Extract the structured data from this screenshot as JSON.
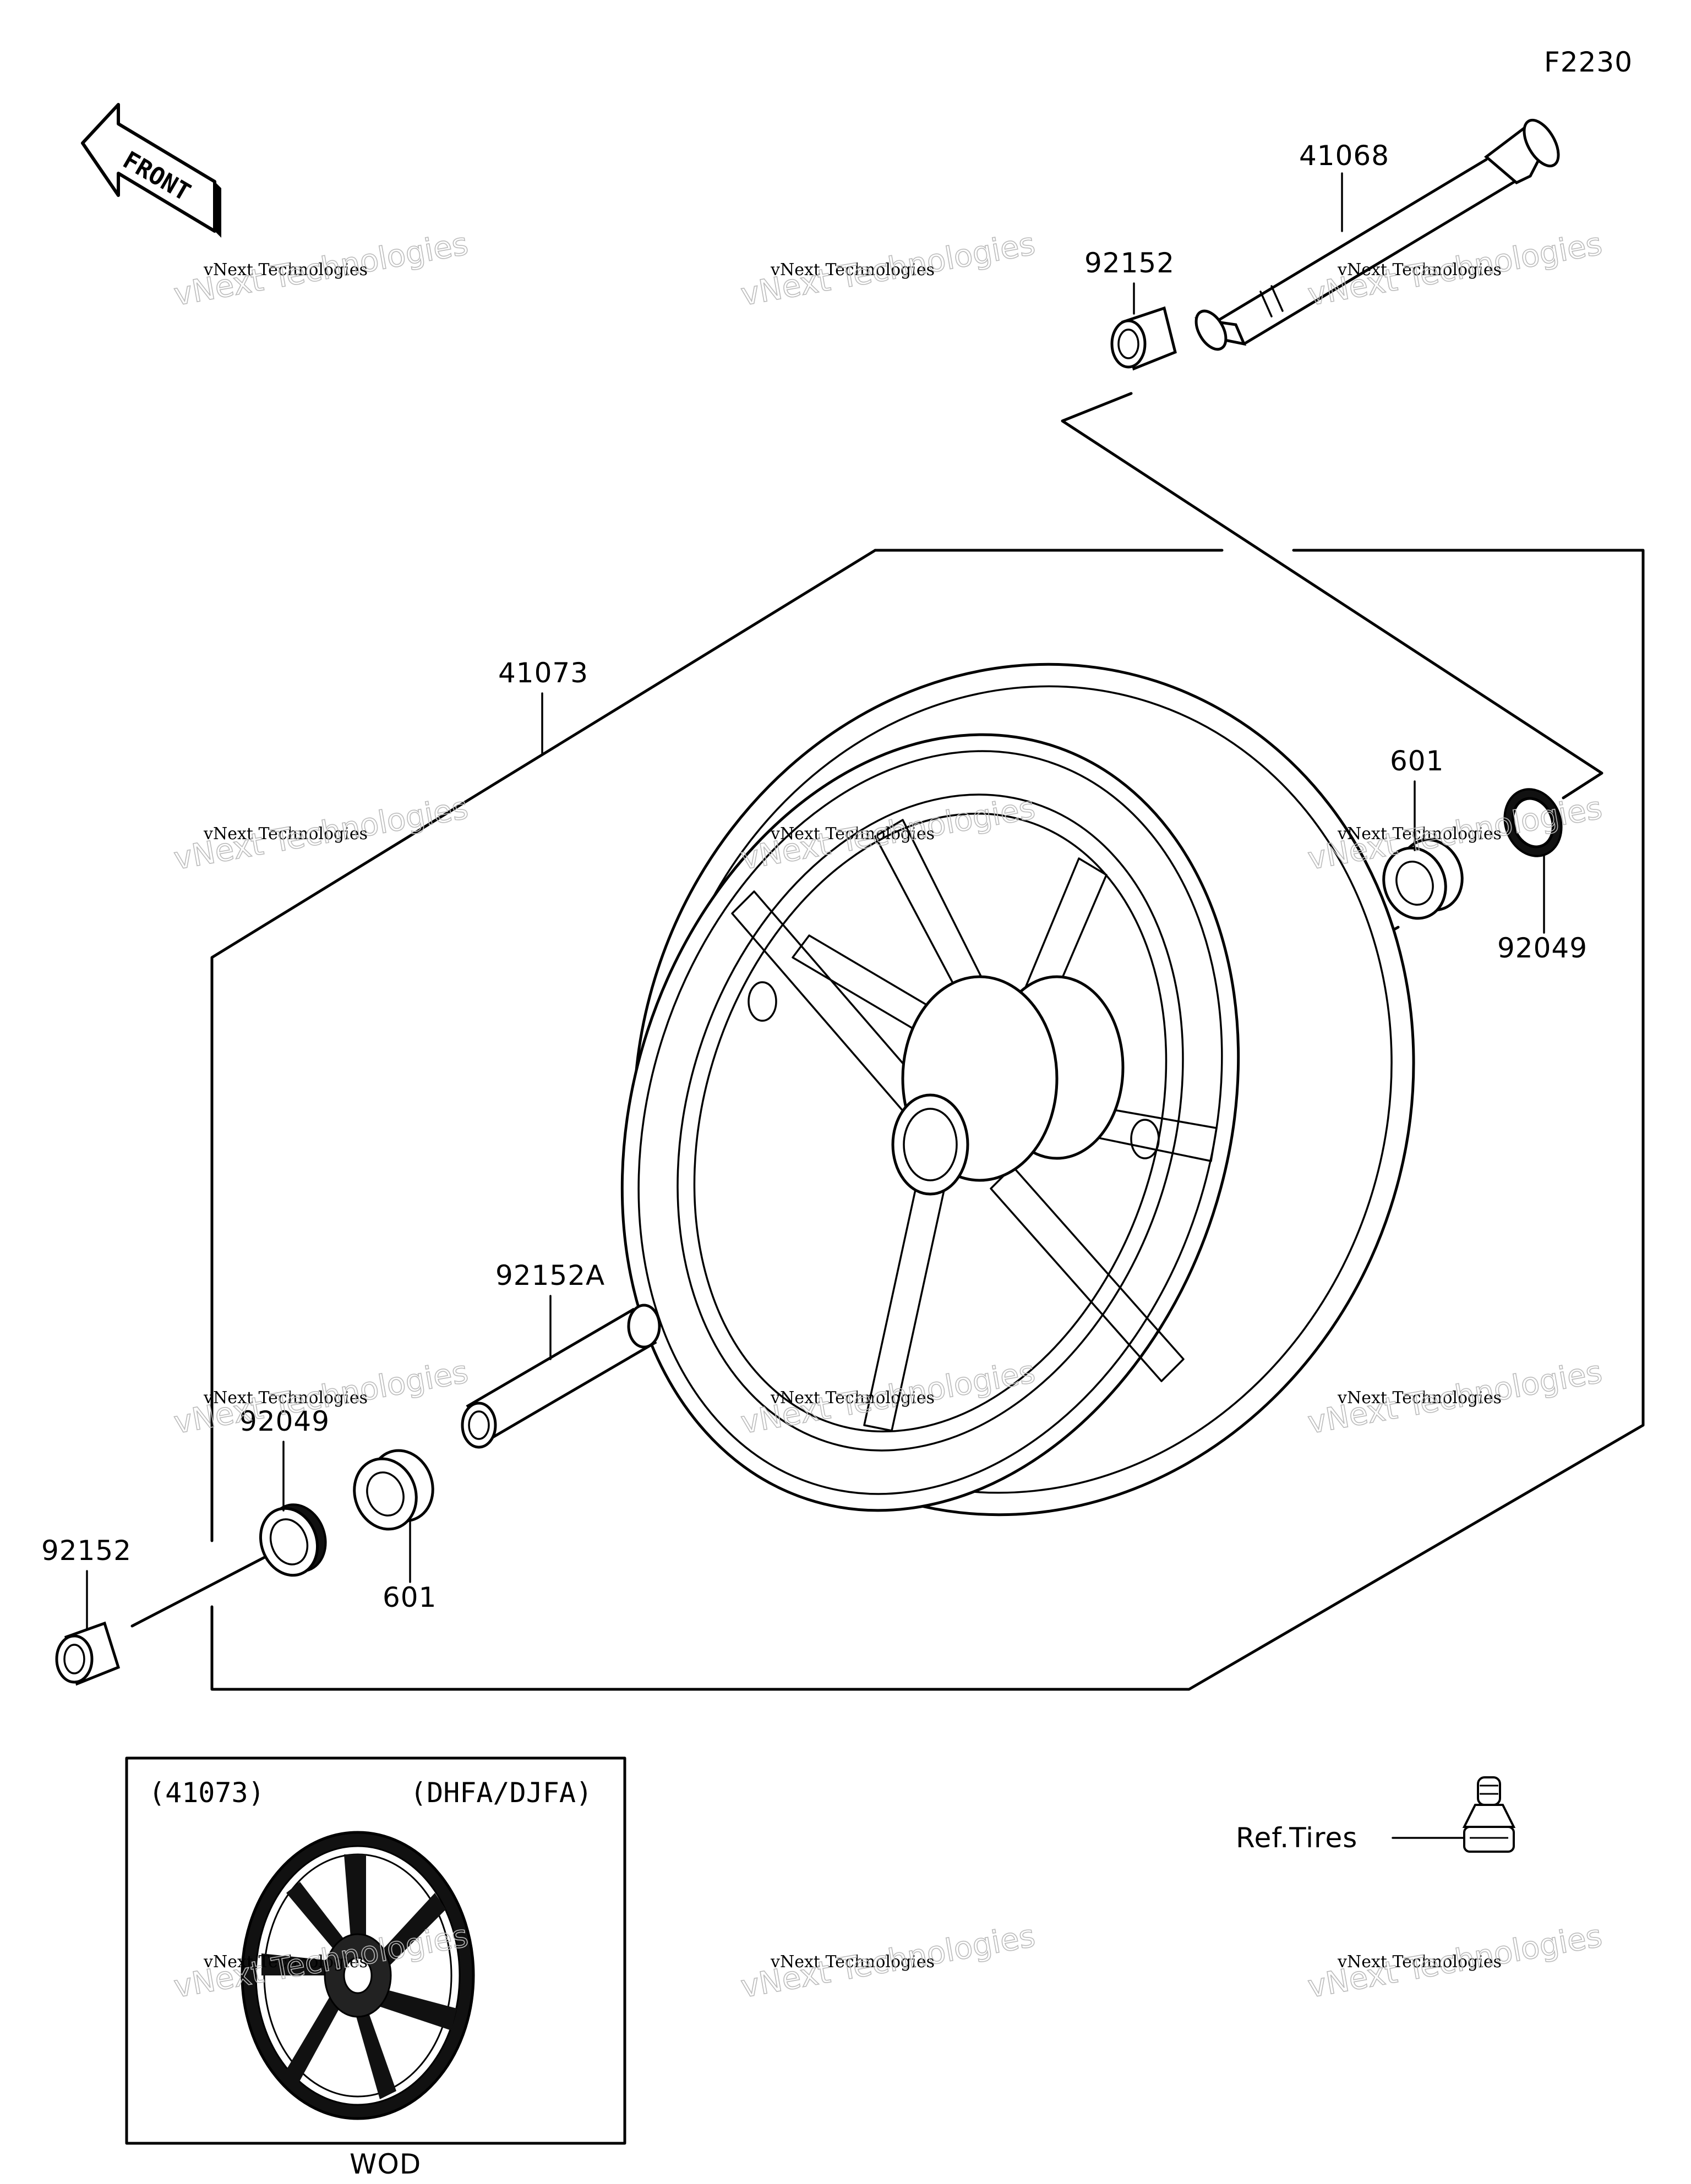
{
  "diagram_code": "F2230",
  "front_arrow_label": "FRONT",
  "parts": {
    "axle": "41068",
    "collar_top": "92152",
    "wheel": "41073",
    "bearing_right": "601",
    "seal_right": "92049",
    "spacer": "92152A",
    "seal_left": "92049",
    "bearing_left": "601",
    "collar_left": "92152"
  },
  "inset": {
    "left_label": "(41073)",
    "right_label": "(DHFA/DJFA)",
    "caption": "WOD"
  },
  "reference": "Ref.Tires",
  "watermark": {
    "line1": "vNext Technologies",
    "line2": "vNext Technologies"
  }
}
